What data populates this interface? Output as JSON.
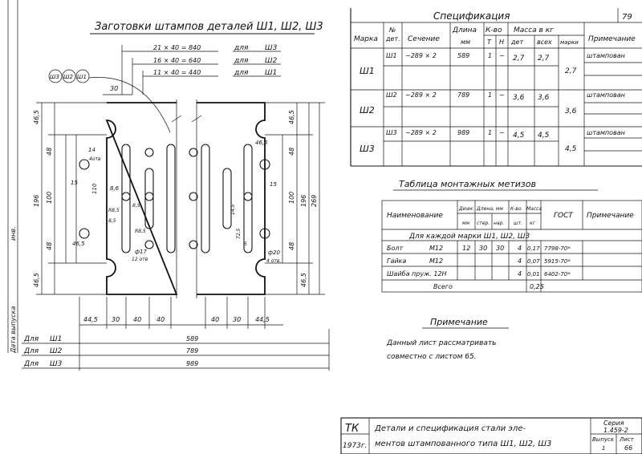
{
  "page_number": "79",
  "drawing": {
    "title": "Заготовки штампов деталей Ш1, Ш2, Ш3",
    "top_dims": [
      {
        "calc": "21 × 40 = 840",
        "for": "для",
        "mark": "Ш3"
      },
      {
        "calc": "16 × 40 = 640",
        "for": "для",
        "mark": "Ш2"
      },
      {
        "calc": "11 × 40 = 440",
        "for": "для",
        "mark": "Ш1"
      }
    ],
    "callout": [
      "Ш3",
      "Ш2",
      "Ш1"
    ],
    "dims": {
      "d30_top": "30",
      "d46_5_tl": "46,5",
      "d46_5_tr1": "46,5",
      "d46_5_tr2": "46,5",
      "d46_5_bl": "46,5",
      "d46_5_br": "46,5",
      "d48_l1": "48",
      "d48_l2": "48",
      "d48_r1": "48",
      "d48_r2": "48",
      "d196_l": "196",
      "d196_r": "196",
      "d100_l": "100",
      "d100_r": "100",
      "d269": "269",
      "d14": "14",
      "d4otv": "4отв",
      "d15_l": "15",
      "d15_r": "15",
      "d110": "110",
      "d8_6": "8,6",
      "d8_5a": "R8,5",
      "d8_5b": "R8,5",
      "d8_5c": "8,5",
      "d8_5d": "8,5",
      "d46_5_mid": "46,5",
      "d17": "ф17",
      "d12otv": "12 отв",
      "d20": "ф20",
      "d4otv2": "4 отв.",
      "d72_5": "72,5",
      "d14_5": "14,5",
      "d5": "5",
      "bottom": [
        "44,5",
        "30",
        "40",
        "40",
        "40",
        "30",
        "44,5"
      ]
    },
    "lengths": [
      {
        "label": "Для",
        "mark": "Ш1",
        "value": "589"
      },
      {
        "label": "Для",
        "mark": "Ш2",
        "value": "789"
      },
      {
        "label": "Для",
        "mark": "Ш3",
        "value": "989"
      }
    ]
  },
  "margin_text": {
    "inv": "инв.",
    "date": "Дата выпуска"
  },
  "spec": {
    "title": "Спецификация",
    "headers": {
      "mark": "Марка",
      "det_no": "№",
      "det": "дет.",
      "section": "Сечение",
      "length": "Длина",
      "length_unit": "мм",
      "qty": "К-во",
      "qty_t": "Т",
      "qty_n": "Н",
      "mass": "Масса в кг",
      "mass_det": "дет",
      "mass_all": "всех",
      "mass_mark": "марки",
      "note": "Примечание"
    },
    "rows": [
      {
        "mark": "Ш1",
        "det": "Ш1",
        "section": "−289 × 2",
        "length": "589",
        "t": "1",
        "n": "−",
        "m_det": "2,7",
        "m_all": "2,7",
        "m_mark": "2,7",
        "note": "штампован"
      },
      {
        "mark": "Ш2",
        "det": "Ш2",
        "section": "−289 × 2",
        "length": "789",
        "t": "1",
        "n": "−",
        "m_det": "3,6",
        "m_all": "3,6",
        "m_mark": "3,6",
        "note": "штампован"
      },
      {
        "mark": "Ш3",
        "det": "Ш3",
        "section": "−289 × 2",
        "length": "989",
        "t": "1",
        "n": "−",
        "m_det": "4,5",
        "m_all": "4,5",
        "m_mark": "4,5",
        "note": "штампован"
      }
    ]
  },
  "fasteners": {
    "title": "Таблица монтажных метизов",
    "headers": {
      "name": "Наименование",
      "diam": "Диам.",
      "diam_unit": "мм",
      "len": "Длина, мм",
      "len_rod": "стер.",
      "len_nar": "нар.",
      "qty": "К-во",
      "qty_unit": "шт.",
      "mass": "Масса",
      "mass_unit": "кг",
      "gost": "ГОСТ",
      "note": "Примечание"
    },
    "subheader": "Для каждой марки Ш1, Ш2, Ш3",
    "rows": [
      {
        "name": "Болт",
        "size": "М12",
        "diam": "12",
        "len": "30",
        "nar": "30",
        "qty": "4",
        "mass": "0,17",
        "gost": "7798-70*"
      },
      {
        "name": "Гайка",
        "size": "М12",
        "diam": "",
        "len": "",
        "nar": "",
        "qty": "4",
        "mass": "0,07",
        "gost": "5915-70*"
      },
      {
        "name": "Шайба пруж. 12Н",
        "size": "",
        "diam": "",
        "len": "",
        "nar": "",
        "qty": "4",
        "mass": "0,01",
        "gost": "6402-70*"
      }
    ],
    "total_label": "Всего",
    "total_value": "0,25"
  },
  "note": {
    "title": "Примечание",
    "line1": "Данный лист рассматривать",
    "line2": "совместно с листом 65."
  },
  "stamp": {
    "tk": "ТК",
    "year": "1973г.",
    "text1": "Детали и спецификация стали эле-",
    "text2": "ментов штампованного типа Ш1, Ш2, Ш3",
    "series_label": "Серия",
    "series_value": "1.459-2",
    "issue_label": "Выпуск",
    "issue_value": "1",
    "sheet_label": "Лист",
    "sheet_value": "66"
  }
}
